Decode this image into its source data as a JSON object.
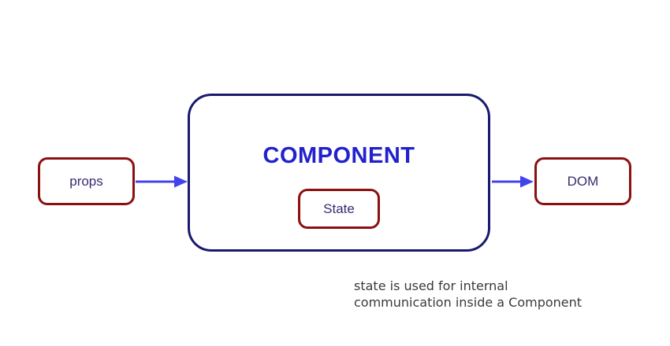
{
  "diagram": {
    "props_box": {
      "label": "props"
    },
    "component_box": {
      "title": "COMPONENT",
      "state_box": {
        "label": "State"
      }
    },
    "dom_box": {
      "label": "DOM"
    },
    "caption": {
      "line1": "state is used for internal",
      "line2": "communication inside a Component"
    }
  },
  "colors": {
    "background": "#ffffff",
    "component_border": "#191970",
    "component_title": "#2222cc",
    "red_box_border": "#8b1111",
    "box_label_text": "#3a2a6e",
    "arrow": "#4343ee",
    "caption_text": "#3a3a3a"
  }
}
